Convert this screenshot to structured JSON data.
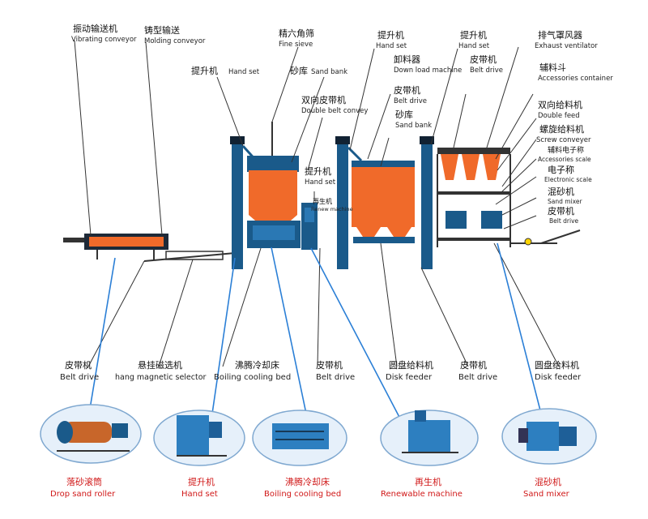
{
  "top_labels": [
    {
      "cn": "振动输送机",
      "en": "Vibrating conveyor"
    },
    {
      "cn": "铸型输送",
      "en": "Molding conveyor"
    },
    {
      "cn": "精六角筛",
      "en": "Fine sieve"
    },
    {
      "cn": "提升机",
      "en": "Hand set"
    },
    {
      "cn": "提升机",
      "en": "Hand set"
    },
    {
      "cn": "排气罩风器",
      "en": "Exhaust ventilator"
    },
    {
      "cn": "提升机",
      "en": "Hand set"
    },
    {
      "cn": "砂库",
      "en": "Sand bank"
    },
    {
      "cn": "卸料器",
      "en": "Down load machine"
    },
    {
      "cn": "皮带机",
      "en": "Belt drive"
    },
    {
      "cn": "辅料斗",
      "en": "Accessories container"
    },
    {
      "cn": "双向皮带机",
      "en": "Double belt convey"
    },
    {
      "cn": "皮带机",
      "en": "Belt drive"
    },
    {
      "cn": "双向给料机",
      "en": "Double feed"
    },
    {
      "cn": "砂库",
      "en": "Sand bank"
    },
    {
      "cn": "螺旋给料机",
      "en": "Screw conveyer"
    },
    {
      "cn": "辅料电子称",
      "en": "Accessories scale"
    },
    {
      "cn": "提升机",
      "en": "Hand set"
    },
    {
      "cn": "电子称",
      "en": "Electronic scale"
    },
    {
      "cn": "再生机",
      "en": "Renew machine"
    },
    {
      "cn": "混砂机",
      "en": "Sand mixer"
    },
    {
      "cn": "皮带机",
      "en": "Belt drive"
    }
  ],
  "bottom_labels": [
    {
      "cn": "皮带机",
      "en": "Belt drive"
    },
    {
      "cn": "悬挂磁选机",
      "en": "hang magnetic selector"
    },
    {
      "cn": "沸腾冷却床",
      "en": "Boiling cooling bed"
    },
    {
      "cn": "皮带机",
      "en": "Belt drive"
    },
    {
      "cn": "圆盘给料机",
      "en": "Disk feeder"
    },
    {
      "cn": "皮带机",
      "en": "Belt drive"
    },
    {
      "cn": "圆盘给料机",
      "en": "Disk feeder"
    }
  ],
  "photos": [
    {
      "cn": "落砂滚筒",
      "en": "Drop sand roller"
    },
    {
      "cn": "提升机",
      "en": "Hand set"
    },
    {
      "cn": "沸腾冷却床",
      "en": "Boiling cooling bed"
    },
    {
      "cn": "再生机",
      "en": "Renewable machine"
    },
    {
      "cn": "混砂机",
      "en": "Sand mixer"
    }
  ],
  "colors": {
    "machine_orange": "#f06a2a",
    "frame_blue": "#1a5a8a",
    "line_blue": "#2b7fd6",
    "caption_red": "#d01818"
  }
}
